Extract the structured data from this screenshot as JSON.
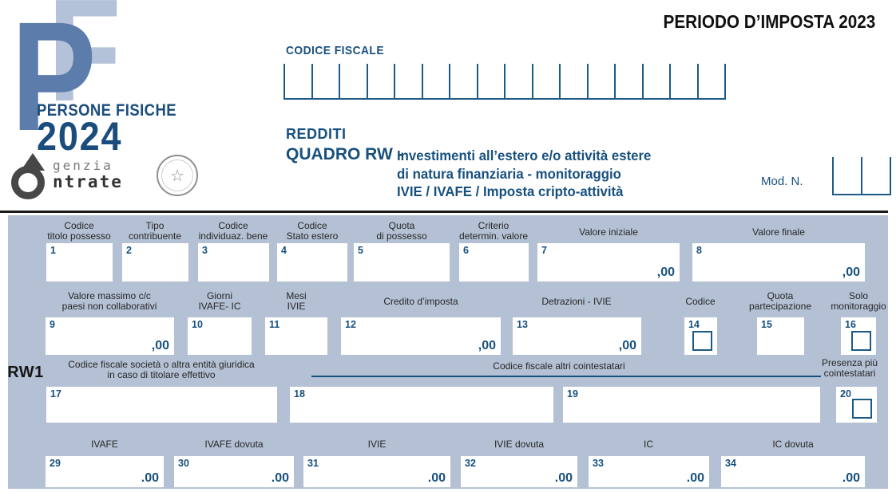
{
  "header": {
    "periodo": "PERIODO D’IMPOSTA 2023",
    "codice_fiscale_label": "CODICE FISCALE",
    "cf_cells": 16,
    "logo": {
      "letter_p": "P",
      "letter_f": "F",
      "persone_fisiche": "PERSONE FISICHE",
      "anno": "2024",
      "agenzia_line1": "genzia",
      "agenzia_line2": "ntrate",
      "emblem_star": "☆"
    },
    "title": {
      "redditi": "REDDITI",
      "quadro": "QUADRO RW -",
      "sub1": "Investimenti all’estero e/o attività estere",
      "sub2": "di natura finanziaria - monitoraggio",
      "sub3": "IVIE / IVAFE / Imposta cripto-attività"
    },
    "mod_n_label": "Mod. N."
  },
  "form": {
    "row_label": "RW1",
    "colors": {
      "panel_bg": "#b4c1d5",
      "accent_blue": "#17507f",
      "box_white": "#ffffff",
      "label_dark": "#262626"
    },
    "labels": {
      "titolo_possesso": "Codice\ntitolo possesso",
      "tipo_contribuente": "Tipo\ncontribuente",
      "individuaz_bene": "Codice\nindividuaz. bene",
      "stato_estero": "Codice\nStato estero",
      "quota_possesso": "Quota\ndi possesso",
      "criterio": "Criterio\ndetermin. valore",
      "valore_iniziale": "Valore iniziale",
      "valore_finale": "Valore finale",
      "valore_massimo": "Valore massimo c/c\npaesi non collaborativi",
      "giorni": "Giorni\nIVAFE- IC",
      "mesi": "Mesi\nIVIE",
      "credito": "Credito d’imposta",
      "detrazioni": "Detrazioni - IVIE",
      "codice": "Codice",
      "quota_partecipazione": "Quota\npartecipazione",
      "solo_monitoraggio": "Solo\nmonitoraggio",
      "cf_societa": "Codice fiscale società o altra entità giuridica\nin caso di titolare effettivo",
      "cf_cointestatari": "Codice fiscale altri cointestatari",
      "presenza": "Presenza più\ncointestatari",
      "ivafe": "IVAFE",
      "ivafe_dovuta": "IVAFE dovuta",
      "ivie": "IVIE",
      "ivie_dovuta": "IVIE dovuta",
      "ic": "IC",
      "ic_dovuta": "IC dovuta"
    },
    "fields": {
      "f1": {
        "num": "1"
      },
      "f2": {
        "num": "2"
      },
      "f3": {
        "num": "3"
      },
      "f4": {
        "num": "4"
      },
      "f5": {
        "num": "5"
      },
      "f6": {
        "num": "6"
      },
      "f7": {
        "num": "7",
        "suffix": ",00"
      },
      "f8": {
        "num": "8",
        "suffix": ",00"
      },
      "f9": {
        "num": "9",
        "suffix": ",00"
      },
      "f10": {
        "num": "10"
      },
      "f11": {
        "num": "11"
      },
      "f12": {
        "num": "12",
        "suffix": ",00"
      },
      "f13": {
        "num": "13",
        "suffix": ",00"
      },
      "f14": {
        "num": "14"
      },
      "f15": {
        "num": "15"
      },
      "f16": {
        "num": "16"
      },
      "f17": {
        "num": "17"
      },
      "f18": {
        "num": "18"
      },
      "f19": {
        "num": "19"
      },
      "f20": {
        "num": "20"
      },
      "f29": {
        "num": "29",
        "suffix": ".00"
      },
      "f30": {
        "num": "30",
        "suffix": ".00"
      },
      "f31": {
        "num": "31",
        "suffix": ".00"
      },
      "f32": {
        "num": "32",
        "suffix": ".00"
      },
      "f33": {
        "num": "33",
        "suffix": ".00"
      },
      "f34": {
        "num": "34",
        "suffix": ".00"
      }
    }
  }
}
